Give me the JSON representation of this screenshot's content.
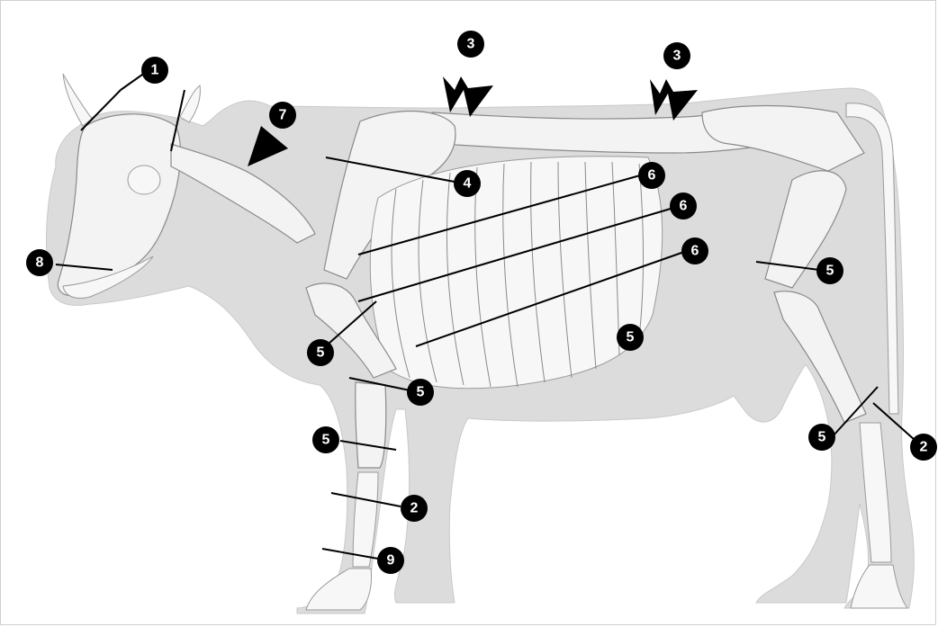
{
  "diagram": {
    "labels": [
      {
        "id": "l1",
        "text": "1"
      },
      {
        "id": "l3a",
        "text": "3"
      },
      {
        "id": "l3b",
        "text": "3"
      },
      {
        "id": "l7",
        "text": "7"
      },
      {
        "id": "l4",
        "text": "4"
      },
      {
        "id": "l6a",
        "text": "6"
      },
      {
        "id": "l6b",
        "text": "6"
      },
      {
        "id": "l6c",
        "text": "6"
      },
      {
        "id": "l8",
        "text": "8"
      },
      {
        "id": "l5a",
        "text": "5"
      },
      {
        "id": "l5b",
        "text": "5"
      },
      {
        "id": "l5c",
        "text": "5"
      },
      {
        "id": "l5d",
        "text": "5"
      },
      {
        "id": "l5e",
        "text": "5"
      },
      {
        "id": "l5f",
        "text": "5"
      },
      {
        "id": "l2a",
        "text": "2"
      },
      {
        "id": "l2b",
        "text": "2"
      },
      {
        "id": "l9",
        "text": "9"
      }
    ]
  },
  "colors": {
    "silhouette": "#dcdcdc",
    "bone_fill": "#f3f3f3",
    "bone_outline": "#8a8a8a",
    "badge": "#000000",
    "badge_text": "#ffffff"
  }
}
